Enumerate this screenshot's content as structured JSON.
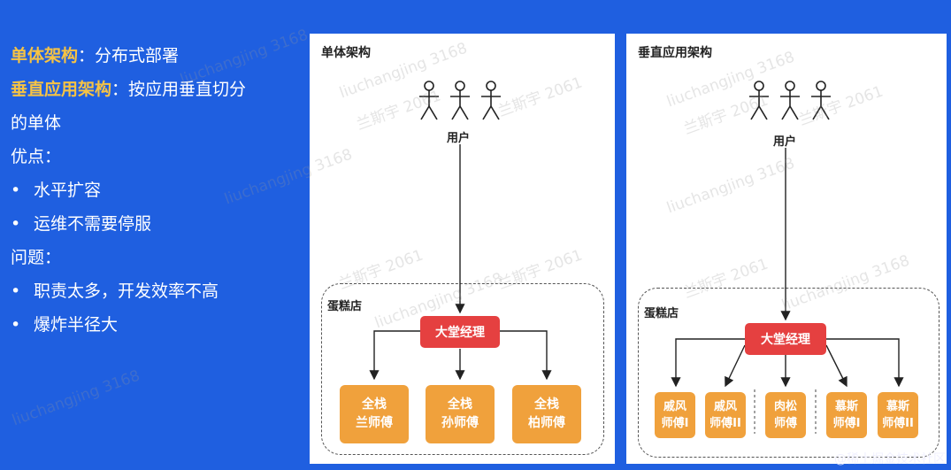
{
  "left": {
    "line1": {
      "highlight": "单体架构",
      "rest": "：分布式部署"
    },
    "line2": {
      "highlight": "垂直应用架构",
      "rest": "：按应用垂直切分"
    },
    "line3": "的单体",
    "pros_title": "优点：",
    "pros": [
      "水平扩容",
      "运维不需要停服"
    ],
    "issues_title": "问题：",
    "issues": [
      "职责太多，开发效率不高",
      "爆炸半径大"
    ],
    "bullet": "•"
  },
  "panel1": {
    "title": "单体架构",
    "users_label": "用户",
    "store_label": "蛋糕店",
    "manager": "大堂经理",
    "workers": [
      {
        "line1": "全栈",
        "line2": "兰师傅"
      },
      {
        "line1": "全栈",
        "line2": "孙师傅"
      },
      {
        "line1": "全栈",
        "line2": "柏师傅"
      }
    ]
  },
  "panel2": {
    "title": "垂直应用架构",
    "users_label": "用户",
    "store_label": "蛋糕店",
    "manager": "大堂经理",
    "workers": [
      {
        "line1": "戚风",
        "line2": "师傅I"
      },
      {
        "line1": "戚风",
        "line2": "师傅II"
      },
      {
        "line1": "肉松",
        "line2": "师傅"
      },
      {
        "line1": "慕斯",
        "line2": "师傅I"
      },
      {
        "line1": "慕斯",
        "line2": "师傅II"
      }
    ]
  },
  "watermarks": [
    "liuchangjing 3168",
    "兰斯宇 2061"
  ],
  "footer": "@稀土掘金技术社区",
  "colors": {
    "background": "#1f5fe0",
    "highlight": "#f6c344",
    "manager": "#e54040",
    "worker": "#f0a13c",
    "panel": "#ffffff"
  }
}
